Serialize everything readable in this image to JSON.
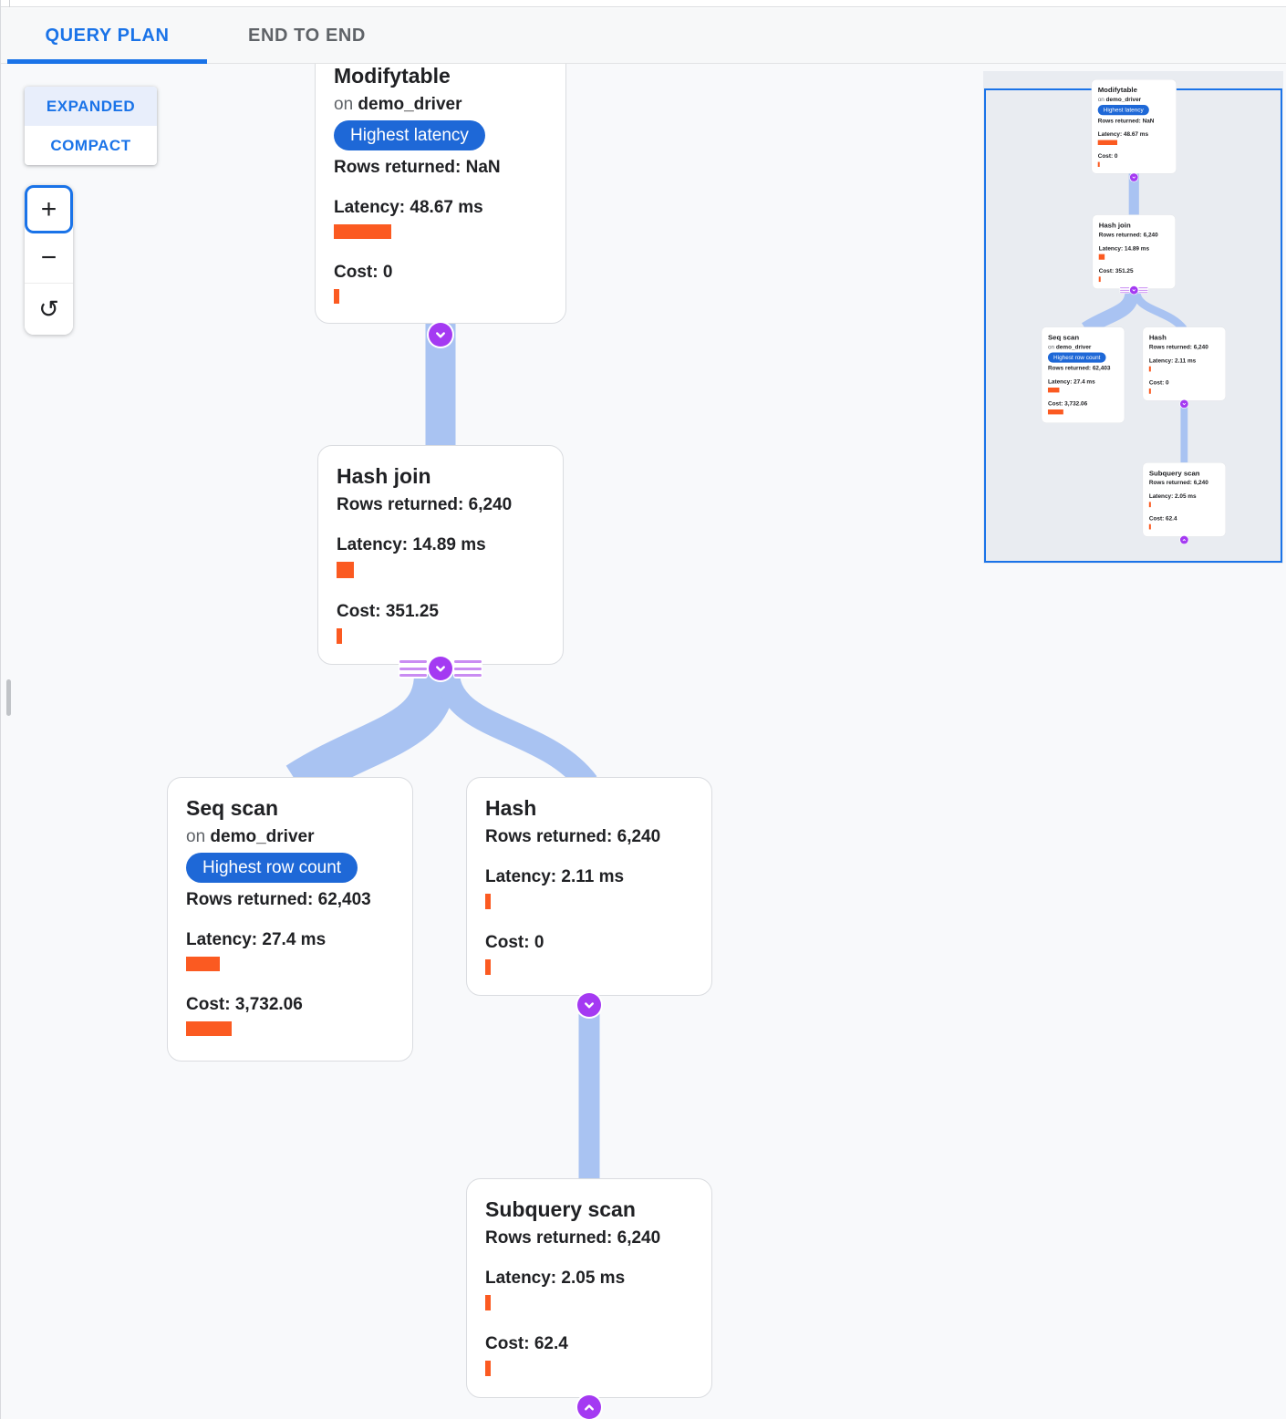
{
  "header": {
    "tabs": [
      {
        "label": "QUERY PLAN",
        "active": true
      },
      {
        "label": "END TO END",
        "active": false
      }
    ]
  },
  "controls": {
    "layout_options": [
      {
        "label": "EXPANDED",
        "selected": true
      },
      {
        "label": "COMPACT",
        "selected": false
      }
    ],
    "zoom_in_label": "+",
    "zoom_out_label": "−",
    "reset_label": "↺"
  },
  "field_labels": {
    "on": "on",
    "rows": "Rows returned:",
    "latency": "Latency:",
    "cost": "Cost:"
  },
  "nodes": [
    {
      "key": "modifytable",
      "title": "Modifytable",
      "table": "demo_driver",
      "badge": "Highest latency",
      "rows": "NaN",
      "latency": "48.67 ms",
      "cost": "0"
    },
    {
      "key": "hash_join",
      "title": "Hash join",
      "rows": "6,240",
      "latency": "14.89 ms",
      "cost": "351.25"
    },
    {
      "key": "seq_scan",
      "title": "Seq scan",
      "table": "demo_driver",
      "badge": "Highest row count",
      "rows": "62,403",
      "latency": "27.4 ms",
      "cost": "3,732.06"
    },
    {
      "key": "hash",
      "title": "Hash",
      "rows": "6,240",
      "latency": "2.11 ms",
      "cost": "0"
    },
    {
      "key": "subquery_scan",
      "title": "Subquery scan",
      "rows": "6,240",
      "latency": "2.05 ms",
      "cost": "62.4"
    }
  ],
  "colors": {
    "accent_blue": "#1a73e8",
    "badge_blue": "#1e68d7",
    "bar_orange": "#fb5a21",
    "edge_blue": "#a9c3f2",
    "marker_purple": "#a43af2",
    "minimap_viewport_border": "#1a73e8"
  }
}
